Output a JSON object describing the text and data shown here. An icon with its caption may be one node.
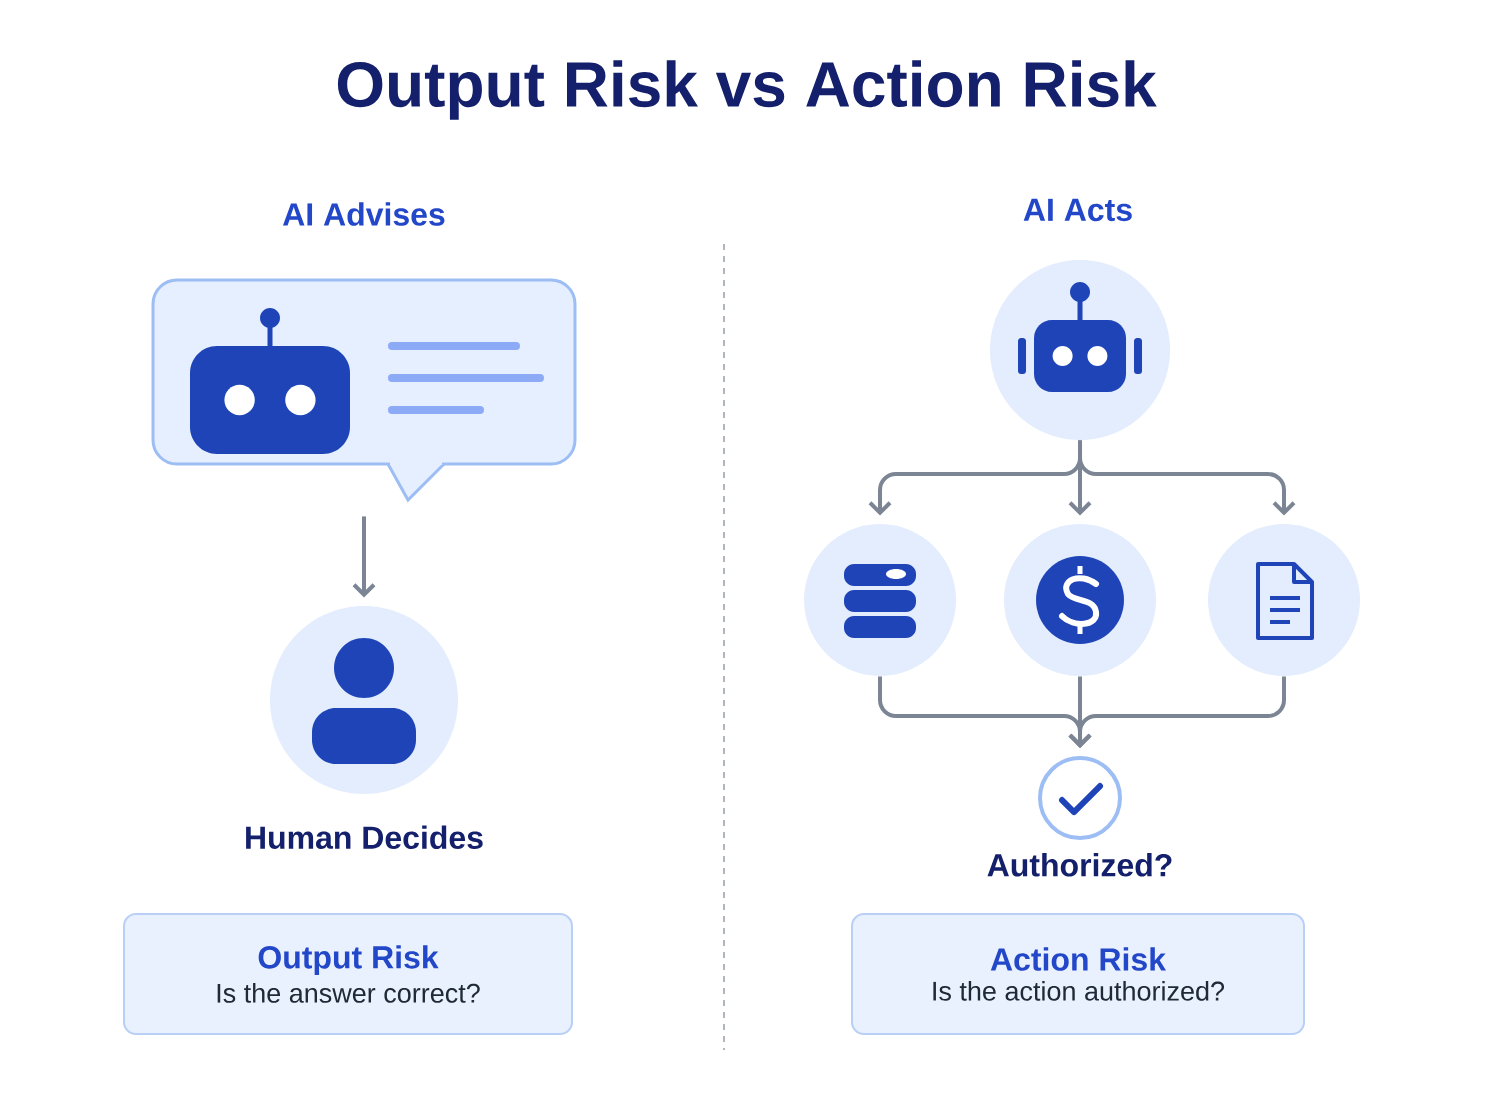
{
  "diagram": {
    "title": "Output Risk vs Action Risk",
    "nodes": [
      {
        "text": [],
        "shape": "bubble"
      },
      {
        "text": [],
        "shape": "circle",
        "beside": [
          "Human Decides"
        ]
      },
      {
        "text": [],
        "shape": "circle"
      },
      {
        "text": [],
        "shape": "circle"
      },
      {
        "text": [],
        "shape": "circle"
      },
      {
        "text": [],
        "shape": "circle"
      },
      {
        "text": [],
        "shape": "circle",
        "beside": [
          "Authorized?"
        ]
      },
      {
        "text": [
          "Output Risk",
          "Is the answer correct?"
        ]
      },
      {
        "text": [
          "Action Risk",
          "Is the action authorized?"
        ]
      }
    ],
    "edges": [
      {
        "from": 0,
        "to": 1,
        "arrow": "to"
      },
      {
        "from": 2,
        "to": 3,
        "arrow": "to"
      },
      {
        "from": 2,
        "to": 4,
        "arrow": "to"
      },
      {
        "from": 2,
        "to": 5,
        "arrow": "to"
      },
      {
        "from": 3,
        "to": 6,
        "arrow": "to"
      },
      {
        "from": 4,
        "to": 6,
        "arrow": "to"
      },
      {
        "from": 5,
        "to": 6,
        "arrow": "to"
      }
    ],
    "labels": [
      "AI Advises",
      "AI Acts"
    ]
  }
}
